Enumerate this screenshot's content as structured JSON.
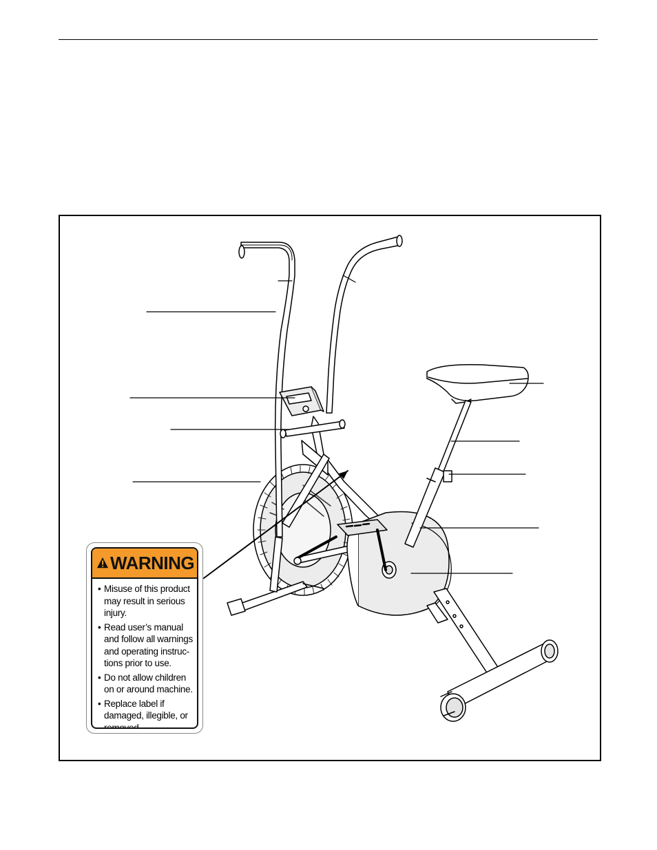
{
  "warning_label": {
    "title": "WARNING",
    "items": [
      {
        "bullet": "•",
        "text": "Misuse of this product may result in serious injury."
      },
      {
        "bullet": "•",
        "text": "Read user’s manual and follow all warnings and operating instruc-tions prior to use."
      },
      {
        "bullet": "•",
        "text": "Do not allow children on or around machine."
      },
      {
        "bullet": "•",
        "text": "Replace label if damaged, illegible, or removed."
      }
    ]
  },
  "colors": {
    "warning_orange": "#f39a2b",
    "line": "#000000",
    "shading": "#e6e6e6"
  },
  "icons": {
    "warning": "exclamation-triangle-icon"
  }
}
